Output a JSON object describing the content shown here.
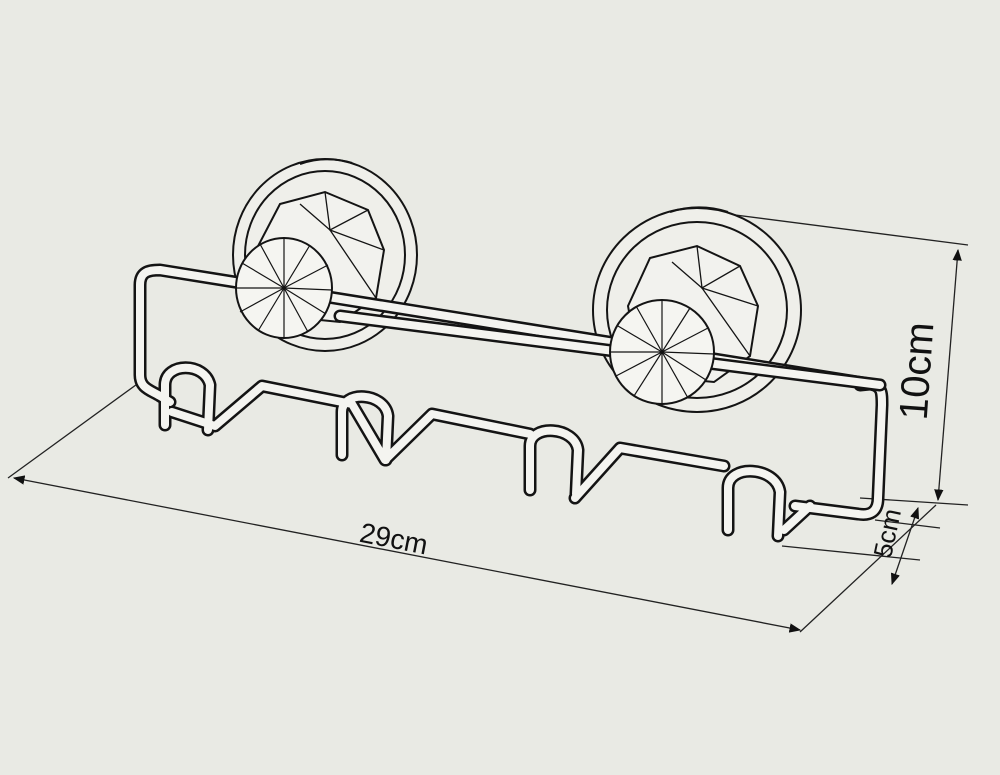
{
  "dimensions": {
    "width_label": "29cm",
    "height_label": "10cm",
    "depth_label": "5cm"
  },
  "colors": {
    "background": "#e9eae4",
    "line": "#141414",
    "fill": "#f2f2ee"
  },
  "hook_count": 4,
  "suction_cup_count": 2
}
